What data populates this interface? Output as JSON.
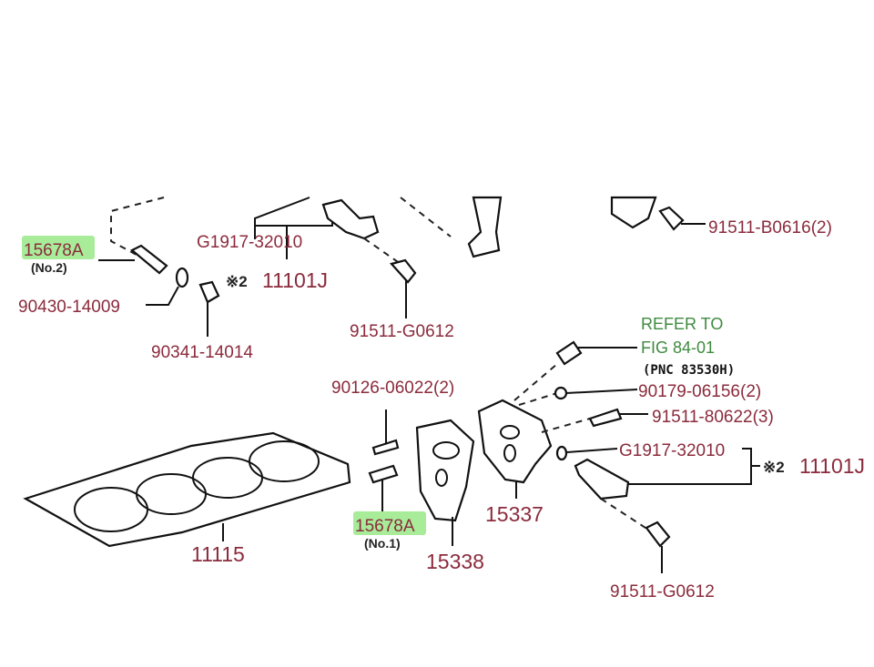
{
  "labels": {
    "stud_no2": "15678A",
    "stud_no2_sub": "(No.2)",
    "gasket_washer_top": "90430-14009",
    "plug_top": "90341-14014",
    "gasket_top": "G1917-32010",
    "mark_top": "※2",
    "assy_top": "11101J",
    "bolt_top": "91511-G0612",
    "bolt_top_right": "91511-B0616(2)",
    "refer_line1": "REFER TO",
    "refer_line2": "FIG 84-01",
    "pnc": "(PNC  83530H)",
    "stud_pair": "90126-06022(2)",
    "nut": "90179-06156(2)",
    "bolt_mid": "91511-80622(3)",
    "gasket_right": "G1917-32010",
    "mark_right": "※2",
    "assy_right": "11101J",
    "head_gasket": "11115",
    "stud_no1": "15678A",
    "stud_no1_sub": "(No.1)",
    "plate_gasket": "15338",
    "housing": "15337",
    "bolt_bottom": "91511-G0612"
  },
  "colors": {
    "label": "#8b2b3c",
    "highlight": "#a8ec9a",
    "refer": "#3f8a3f"
  }
}
